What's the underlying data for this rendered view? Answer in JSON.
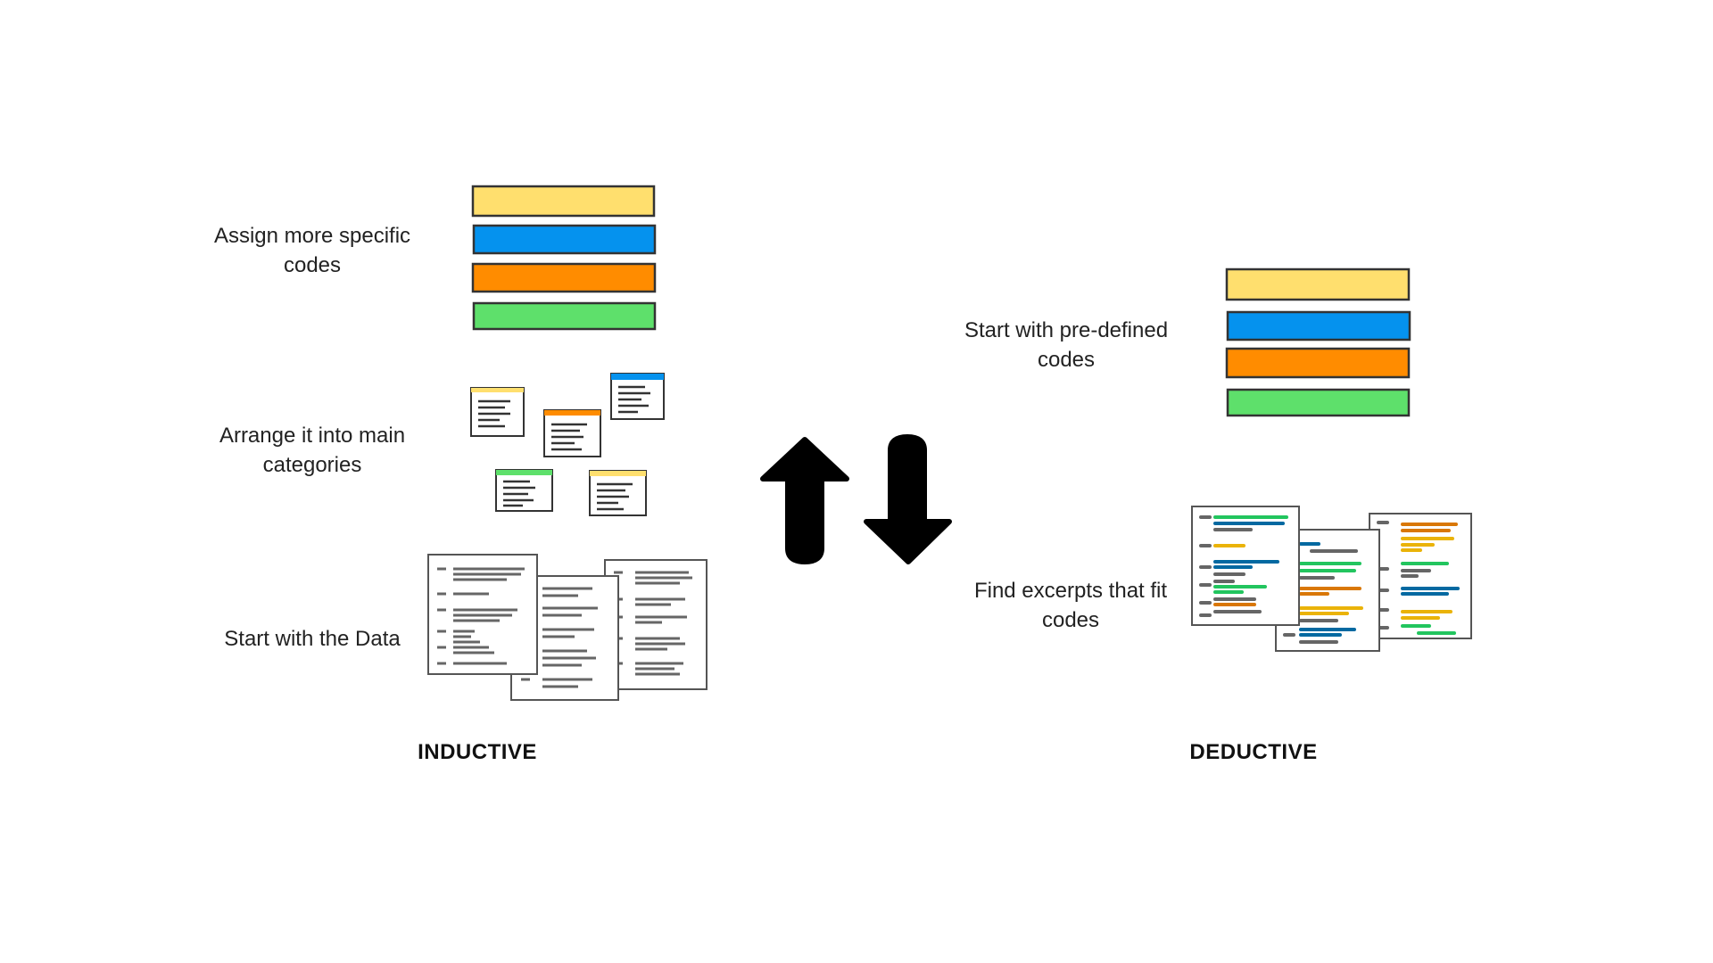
{
  "colors": {
    "yellow": "#FFDF6E",
    "blue": "#0592EE",
    "orange": "#FF8C00",
    "green": "#5EE06B",
    "ink": "#333333",
    "arrow": "#000000"
  },
  "inductive": {
    "heading": "INDUCTIVE",
    "steps": {
      "specific_codes": "Assign more specific codes",
      "main_categories": "Arrange it into main categories",
      "start_data": "Start with the Data"
    }
  },
  "deductive": {
    "heading": "DEDUCTIVE",
    "steps": {
      "predefined_codes": "Start with pre-defined codes",
      "find_excerpts": "Find excerpts that fit codes"
    }
  },
  "icons": {
    "up_arrow": "arrow-up-icon",
    "down_arrow": "arrow-down-icon"
  }
}
